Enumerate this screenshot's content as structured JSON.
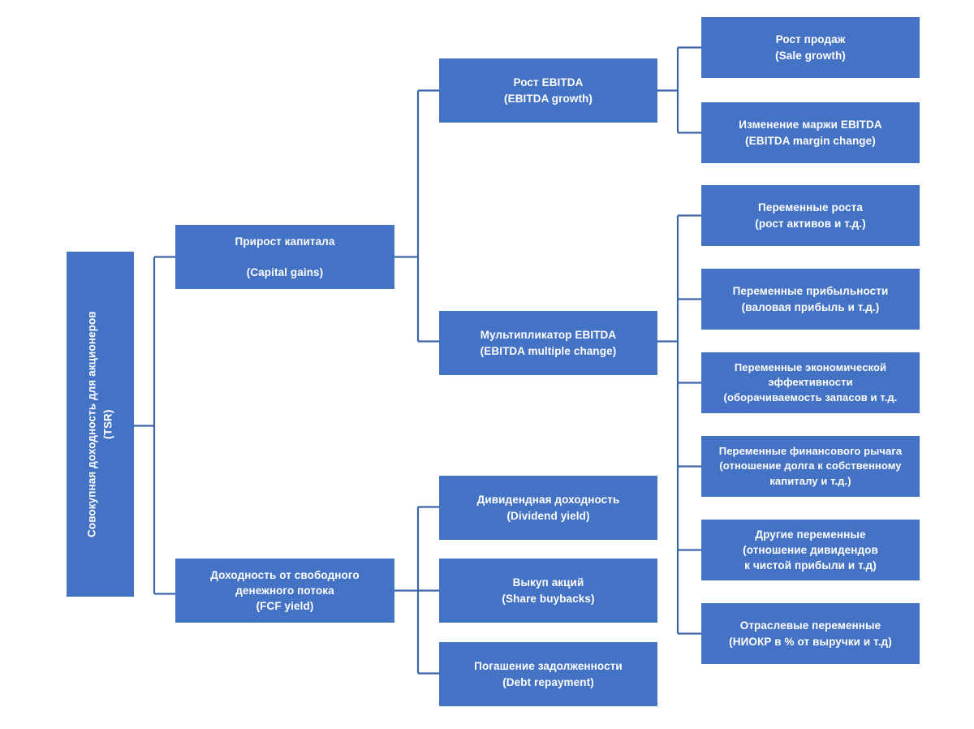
{
  "diagram": {
    "title_node": {
      "id": "tsr-root",
      "text": "Совокупная доходность для акционеров\n(TSR)"
    },
    "colors": {
      "node_fill": "#4472C4",
      "node_text": "#FFFFFF",
      "connector": "#3C64A8",
      "background": "#FFFFFF"
    },
    "level2": [
      {
        "id": "capital-gains",
        "text": "Прирост капитала\n\n(Capital gains)"
      },
      {
        "id": "fcf-yield",
        "text": "Доходность от свободного\nденежного потока\n(FCF yield)"
      }
    ],
    "level3": [
      {
        "id": "ebitda-growth",
        "text": "Рост EBITDA\n(EBITDA growth)"
      },
      {
        "id": "ebitda-multiple",
        "text": "Мультипликатор EBITDA\n(EBITDA multiple change)"
      },
      {
        "id": "dividend-yield",
        "text": "Дивидендная доходность\n(Dividend yield)"
      },
      {
        "id": "share-buybacks",
        "text": "Выкуп акций\n(Share buybacks)"
      },
      {
        "id": "debt-repayment",
        "text": "Погашение задолженности\n(Debt repayment)"
      }
    ],
    "level4": [
      {
        "id": "sale-growth",
        "text": "Рост продаж\n(Sale growth)"
      },
      {
        "id": "ebitda-margin-change",
        "text": "Изменение маржи EBITDA\n(EBITDA margin change)"
      },
      {
        "id": "growth-variables",
        "text": "Переменные роста\n(рост активов и т.д.)"
      },
      {
        "id": "profitability-variables",
        "text": "Переменные прибыльности\n(валовая прибыль и т.д.)"
      },
      {
        "id": "efficiency-variables",
        "text": "Переменные экономической\nэффективности\n(оборачиваемость запасов и т.д."
      },
      {
        "id": "leverage-variables",
        "text": "Переменные финансового рычага\n(отношение долга к собственному\nкапиталу и т.д.)"
      },
      {
        "id": "other-variables",
        "text": "Другие переменные\n(отношение дивидендов\nк чистой прибыли и т.д)"
      },
      {
        "id": "industry-variables",
        "text": "Отраслевые переменные\n(НИОКР в % от выручки и т.д)"
      }
    ]
  }
}
